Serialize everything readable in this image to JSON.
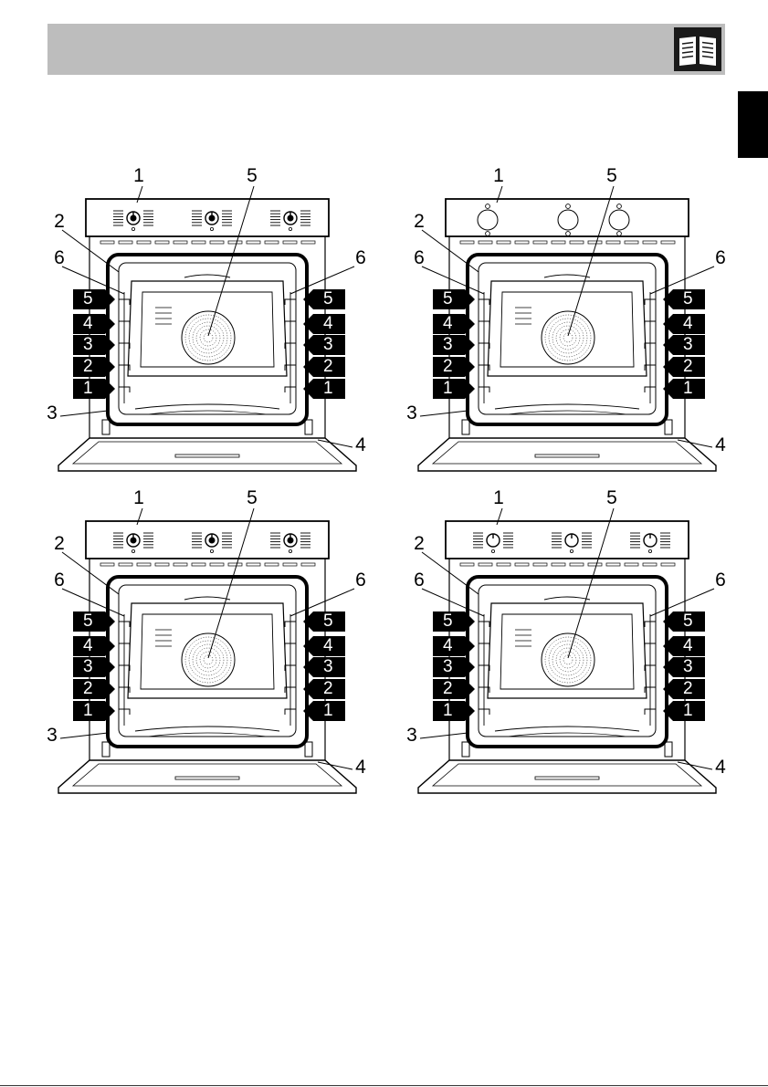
{
  "header": {
    "icon": "open-book-icon",
    "tab_color": "#000000"
  },
  "figures": [
    {
      "variant": "display-knobs",
      "labels": {
        "c1": "1",
        "c2": "2",
        "c3": "3",
        "c4": "4",
        "c5": "5",
        "c6l": "6",
        "c6r": "6"
      },
      "shelves": [
        "5",
        "4",
        "3",
        "2",
        "1"
      ]
    },
    {
      "variant": "touch-panel",
      "labels": {
        "c1": "1",
        "c2": "2",
        "c3": "3",
        "c4": "4",
        "c5": "5",
        "c6l": "6",
        "c6r": "6"
      },
      "shelves": [
        "5",
        "4",
        "3",
        "2",
        "1"
      ]
    },
    {
      "variant": "display-knobs",
      "labels": {
        "c1": "1",
        "c2": "2",
        "c3": "3",
        "c4": "4",
        "c5": "5",
        "c6l": "6",
        "c6r": "6"
      },
      "shelves": [
        "5",
        "4",
        "3",
        "2",
        "1"
      ]
    },
    {
      "variant": "plain-knobs",
      "labels": {
        "c1": "1",
        "c2": "2",
        "c3": "3",
        "c4": "4",
        "c5": "5",
        "c6l": "6",
        "c6r": "6"
      },
      "shelves": [
        "5",
        "4",
        "3",
        "2",
        "1"
      ]
    }
  ]
}
